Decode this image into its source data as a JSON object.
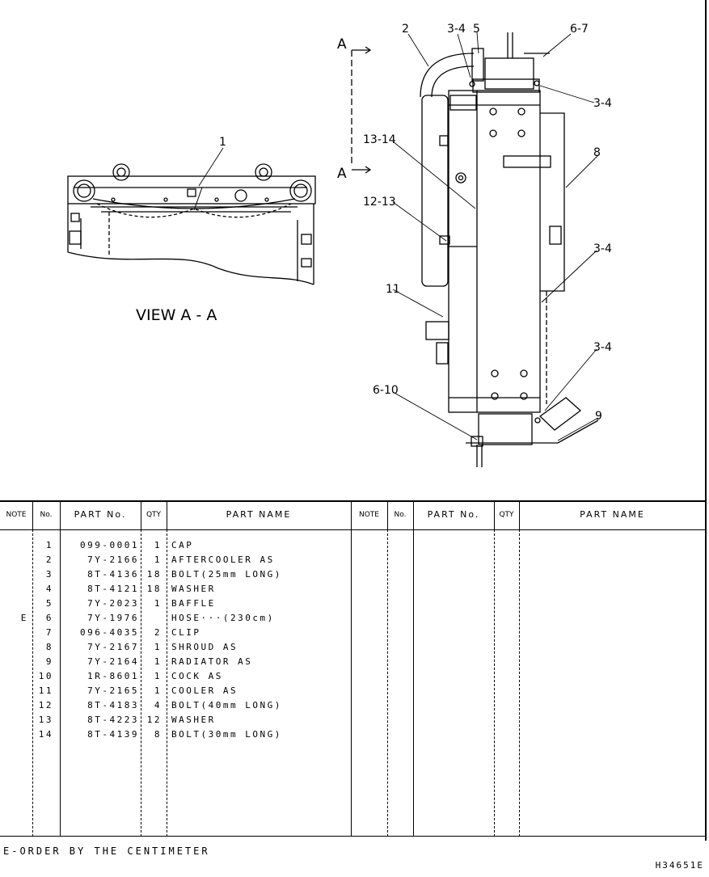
{
  "drawing": {
    "view_label": "VIEW A - A",
    "section_marker": "A",
    "callouts": [
      "1",
      "2",
      "3-4",
      "5",
      "6-7",
      "3-4",
      "8",
      "13-14",
      "12-13",
      "3-4",
      "11",
      "3-4",
      "6-10",
      "9"
    ]
  },
  "table": {
    "headers": {
      "note": "NOTE",
      "no": "No.",
      "part_no": "PART No.",
      "qty": "QTY",
      "part_name": "PART NAME"
    },
    "rows": [
      {
        "note": "",
        "no": "1",
        "part_no": "099-0001",
        "qty": "1",
        "name": "CAP"
      },
      {
        "note": "",
        "no": "2",
        "part_no": "7Y-2166",
        "qty": "1",
        "name": "AFTERCOOLER AS"
      },
      {
        "note": "",
        "no": "3",
        "part_no": "8T-4136",
        "qty": "18",
        "name": "BOLT(25mm LONG)"
      },
      {
        "note": "",
        "no": "4",
        "part_no": "8T-4121",
        "qty": "18",
        "name": "WASHER"
      },
      {
        "note": "",
        "no": "5",
        "part_no": "7Y-2023",
        "qty": "1",
        "name": "BAFFLE"
      },
      {
        "note": "E",
        "no": "6",
        "part_no": "7Y-1976",
        "qty": "",
        "name": "HOSE···(230cm)"
      },
      {
        "note": "",
        "no": "7",
        "part_no": "096-4035",
        "qty": "2",
        "name": "CLIP"
      },
      {
        "note": "",
        "no": "8",
        "part_no": "7Y-2167",
        "qty": "1",
        "name": "SHROUD AS"
      },
      {
        "note": "",
        "no": "9",
        "part_no": "7Y-2164",
        "qty": "1",
        "name": "RADIATOR AS"
      },
      {
        "note": "",
        "no": "10",
        "part_no": "1R-8601",
        "qty": "1",
        "name": "COCK AS"
      },
      {
        "note": "",
        "no": "11",
        "part_no": "7Y-2165",
        "qty": "1",
        "name": "COOLER AS"
      },
      {
        "note": "",
        "no": "12",
        "part_no": "8T-4183",
        "qty": "4",
        "name": "BOLT(40mm LONG)"
      },
      {
        "note": "",
        "no": "13",
        "part_no": "8T-4223",
        "qty": "12",
        "name": "WASHER"
      },
      {
        "note": "",
        "no": "14",
        "part_no": "8T-4139",
        "qty": "8",
        "name": "BOLT(30mm LONG)"
      }
    ]
  },
  "footnote": "E-ORDER BY THE CENTIMETER",
  "sheet_id": "H34651E"
}
